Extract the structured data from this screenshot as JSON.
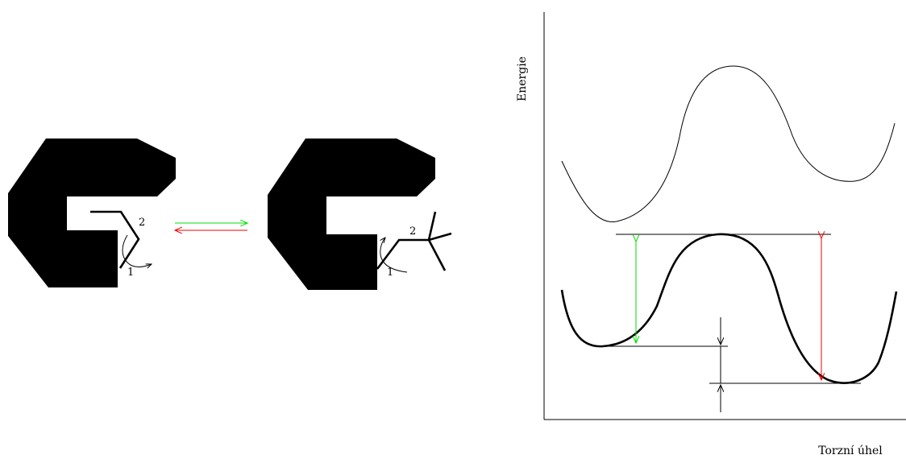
{
  "molecule_left": {
    "bond_label_1": "1",
    "bond_label_2": "2"
  },
  "molecule_right": {
    "bond_label_1": "1",
    "bond_label_2": "2"
  },
  "equilibrium_arrows": {
    "forward_color": "#00dd00",
    "backward_color": "#ee0000"
  },
  "energy_diagram": {
    "ylabel": "Energie",
    "xlabel": "Torzní úhel",
    "green_color": "#00dd00",
    "red_color": "#ee0000"
  }
}
